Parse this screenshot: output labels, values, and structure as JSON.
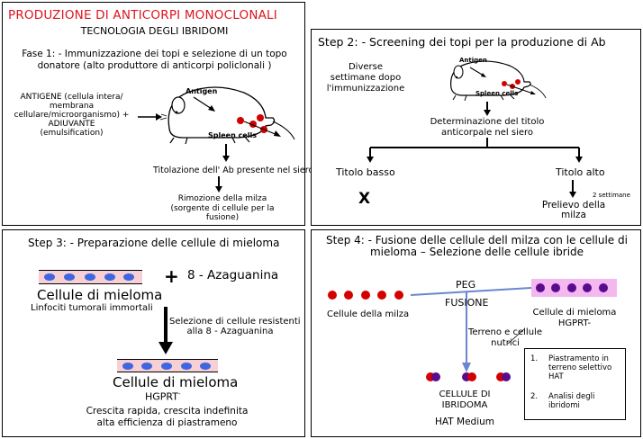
{
  "p1": {
    "title": "PRODUZIONE DI ANTICORPI MONOCLONALI",
    "subtitle": "TECNOLOGIA DEGLI IBRIDOMI",
    "fase_line1": "Fase 1: - Immunizzazione dei topi e selezione di un topo",
    "fase_line2": "donatore (alto produttore di anticorpi policlonali )",
    "antigen_lines": [
      "ANTIGENE (cellula intera/",
      "membrana",
      "cellulare/microorganismo) +",
      "ADIUVANTE",
      "(emulsification)"
    ],
    "mouse_antigen": "Antigen",
    "mouse_spleen": "Spleen cells",
    "titolazione": "Titolazione dell' Ab presente nel siero",
    "rimozione_lines": [
      "Rimozione della milza",
      "(sorgente di cellule per la",
      "fusione)"
    ]
  },
  "p2": {
    "title": "Step 2: - Screening dei topi per la produzione di Ab",
    "weeks_lines": [
      "Diverse",
      "settimane dopo",
      "l'immunizzazione"
    ],
    "mouse_antigen": "Antigen",
    "mouse_spleen": "Spleen cells",
    "det_lines": [
      "Determinazione del titolo",
      "anticorpale nel siero"
    ],
    "low": "Titolo basso",
    "high": "Titolo alto",
    "x_mark": "X",
    "two_weeks": "2 settimane",
    "prelievo_lines": [
      "Prelievo della",
      "milza"
    ]
  },
  "p3": {
    "title": "Step 3: - Preparazione delle cellule di mieloma",
    "plus": "+",
    "azag": "8 - Azaguanina",
    "cells_label": "Cellule di mieloma",
    "linfociti": "Linfociti tumorali immortali",
    "selezione_lines": [
      "Selezione di cellule resistenti",
      "alla 8 - Azaguanina"
    ],
    "cells_label2": "Cellule di mieloma",
    "hgprt": "HGPRT",
    "hgprt_sup": "-",
    "crescita_lines": [
      "Crescita rapida, crescita indefinita",
      "alta efficienza di piastrameno"
    ]
  },
  "p4": {
    "title_lines": [
      "Step 4: - Fusione delle cellule dell milza con le cellule di",
      "mieloma – Selezione delle cellule ibride"
    ],
    "peg": "PEG",
    "fusione": "FUSIONE",
    "milza": "Cellule della milza",
    "mieloma_lines": [
      "Cellule di mieloma",
      "HGPRT-"
    ],
    "terreno_lines": [
      "Terreno e cellule",
      "nutrici"
    ],
    "steps": [
      {
        "num": "1.",
        "lines": [
          "Piastramento in",
          "terreno selettivo",
          "HAT"
        ]
      },
      {
        "num": "2.",
        "lines": [
          "Analisi degli",
          "ibridomi"
        ]
      }
    ],
    "ibridoma_lines": [
      "CELLULE DI",
      "IBRIDOMA"
    ],
    "hat": "HAT Medium"
  },
  "colors": {
    "title_red": "#e0141e",
    "spleen_red": "#d40000",
    "myeloma_purple": "#5a0a8c",
    "myeloma_bg": "#f2b8ef",
    "dish_pink": "#f6d0d4",
    "cell_blue": "#3f66e0",
    "fusion_line": "#6a86d0"
  }
}
